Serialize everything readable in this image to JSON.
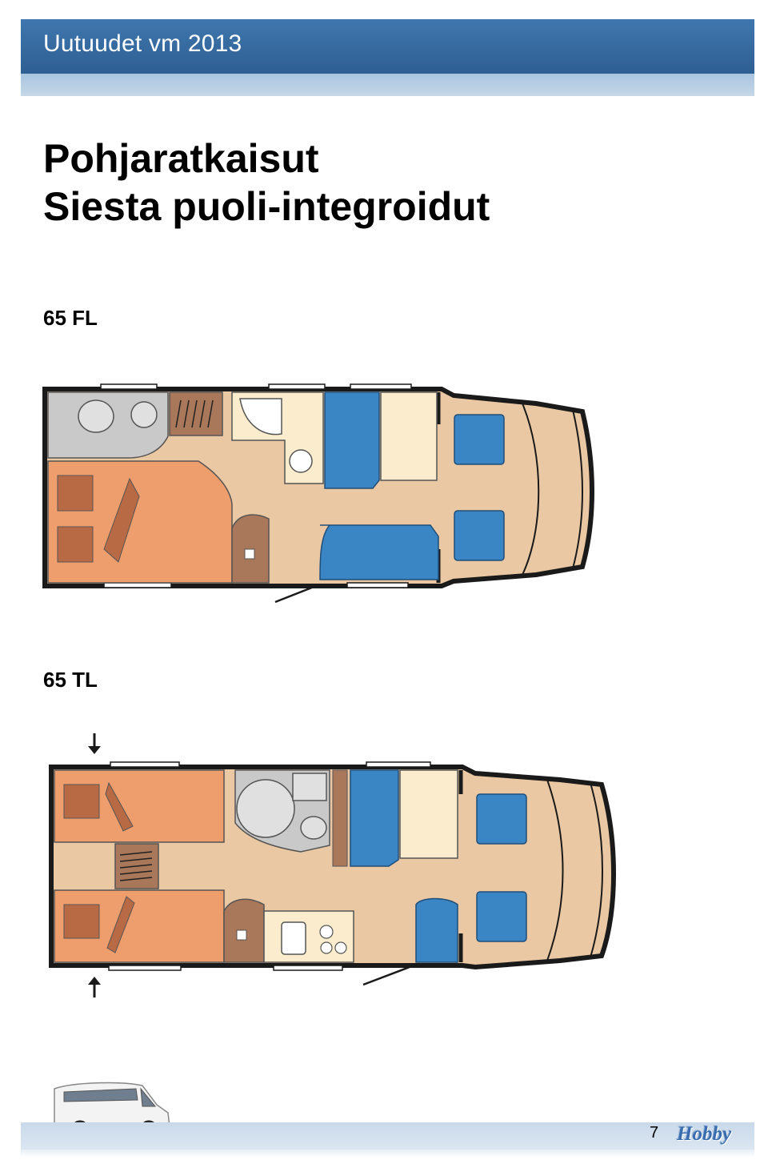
{
  "header": {
    "title": "Uutuudet vm 2013"
  },
  "page": {
    "title_line1": "Pohjaratkaisut",
    "title_line2": "Siesta puoli-integroidut",
    "number": "7"
  },
  "models": [
    {
      "label": "65 FL"
    },
    {
      "label": "65 TL"
    }
  ],
  "brand": {
    "logo": "Hobby"
  },
  "colors": {
    "header_blue": "#2e5f93",
    "floor": "#eac8a4",
    "bed": "#ee9e6d",
    "seat_blue": "#3a86c4",
    "cabinet_brown": "#a9775a"
  }
}
